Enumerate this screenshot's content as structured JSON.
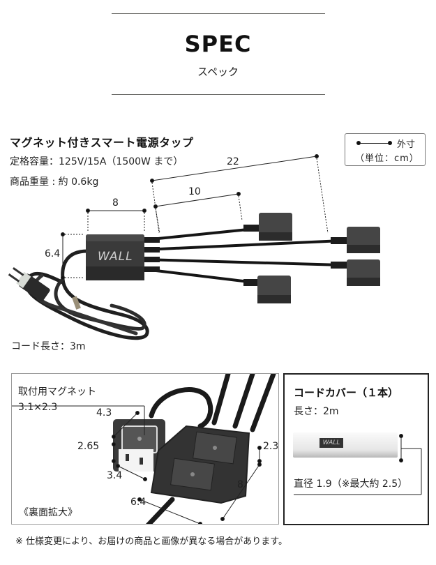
{
  "header": {
    "title": "SPEC",
    "subtitle": "スペック"
  },
  "product": {
    "name": "マグネット付きスマート電源タップ",
    "rated_capacity": "定格容量：125V/15A（1500W まで）",
    "weight": "商品重量 : 約 0.6kg",
    "cord_length": "コード長さ：3m",
    "brand_logo": "WALL"
  },
  "legend": {
    "label": "外寸",
    "unit": "（単位：cm）"
  },
  "dimensions": {
    "body_width": "8",
    "body_height": "6.4",
    "short_cord": "10",
    "long_cord": "22"
  },
  "back_view": {
    "magnet_label": "取付用マグネット",
    "magnet_size": "3.1×2.3",
    "outlet_depth": "4.3",
    "outlet_height": "2.65",
    "outlet_width": "3.4",
    "body_thickness": "2.3",
    "body_length": "8",
    "body_width": "6.4",
    "caption": "《裏面拡大》"
  },
  "cord_cover": {
    "title": "コードカバー（１本）",
    "length": "長さ：2m",
    "diameter": "直径 1.9（※最大約 2.5）",
    "logo": "WALL"
  },
  "footnote": "※ 仕様変更により、お届けの商品と画像が異なる場合があります。"
}
